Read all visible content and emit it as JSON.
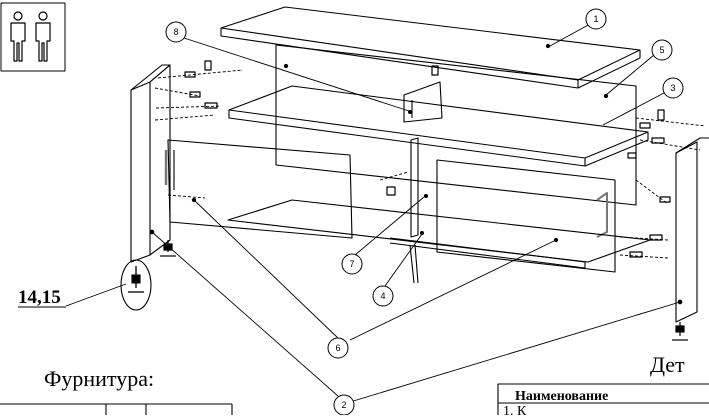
{
  "people_icon": "two-persons-icon",
  "callouts": [
    "1",
    "2",
    "3",
    "4",
    "5",
    "6",
    "7",
    "8"
  ],
  "hardware_label": "14,15",
  "headings": {
    "hardware": "Фурнитура:",
    "details": "Дет"
  },
  "parts_table": {
    "header": "Наименование",
    "first_row": "1. К"
  },
  "colors": {
    "line": "#000000",
    "background": "#ffffff",
    "panel": "#ffffff"
  }
}
